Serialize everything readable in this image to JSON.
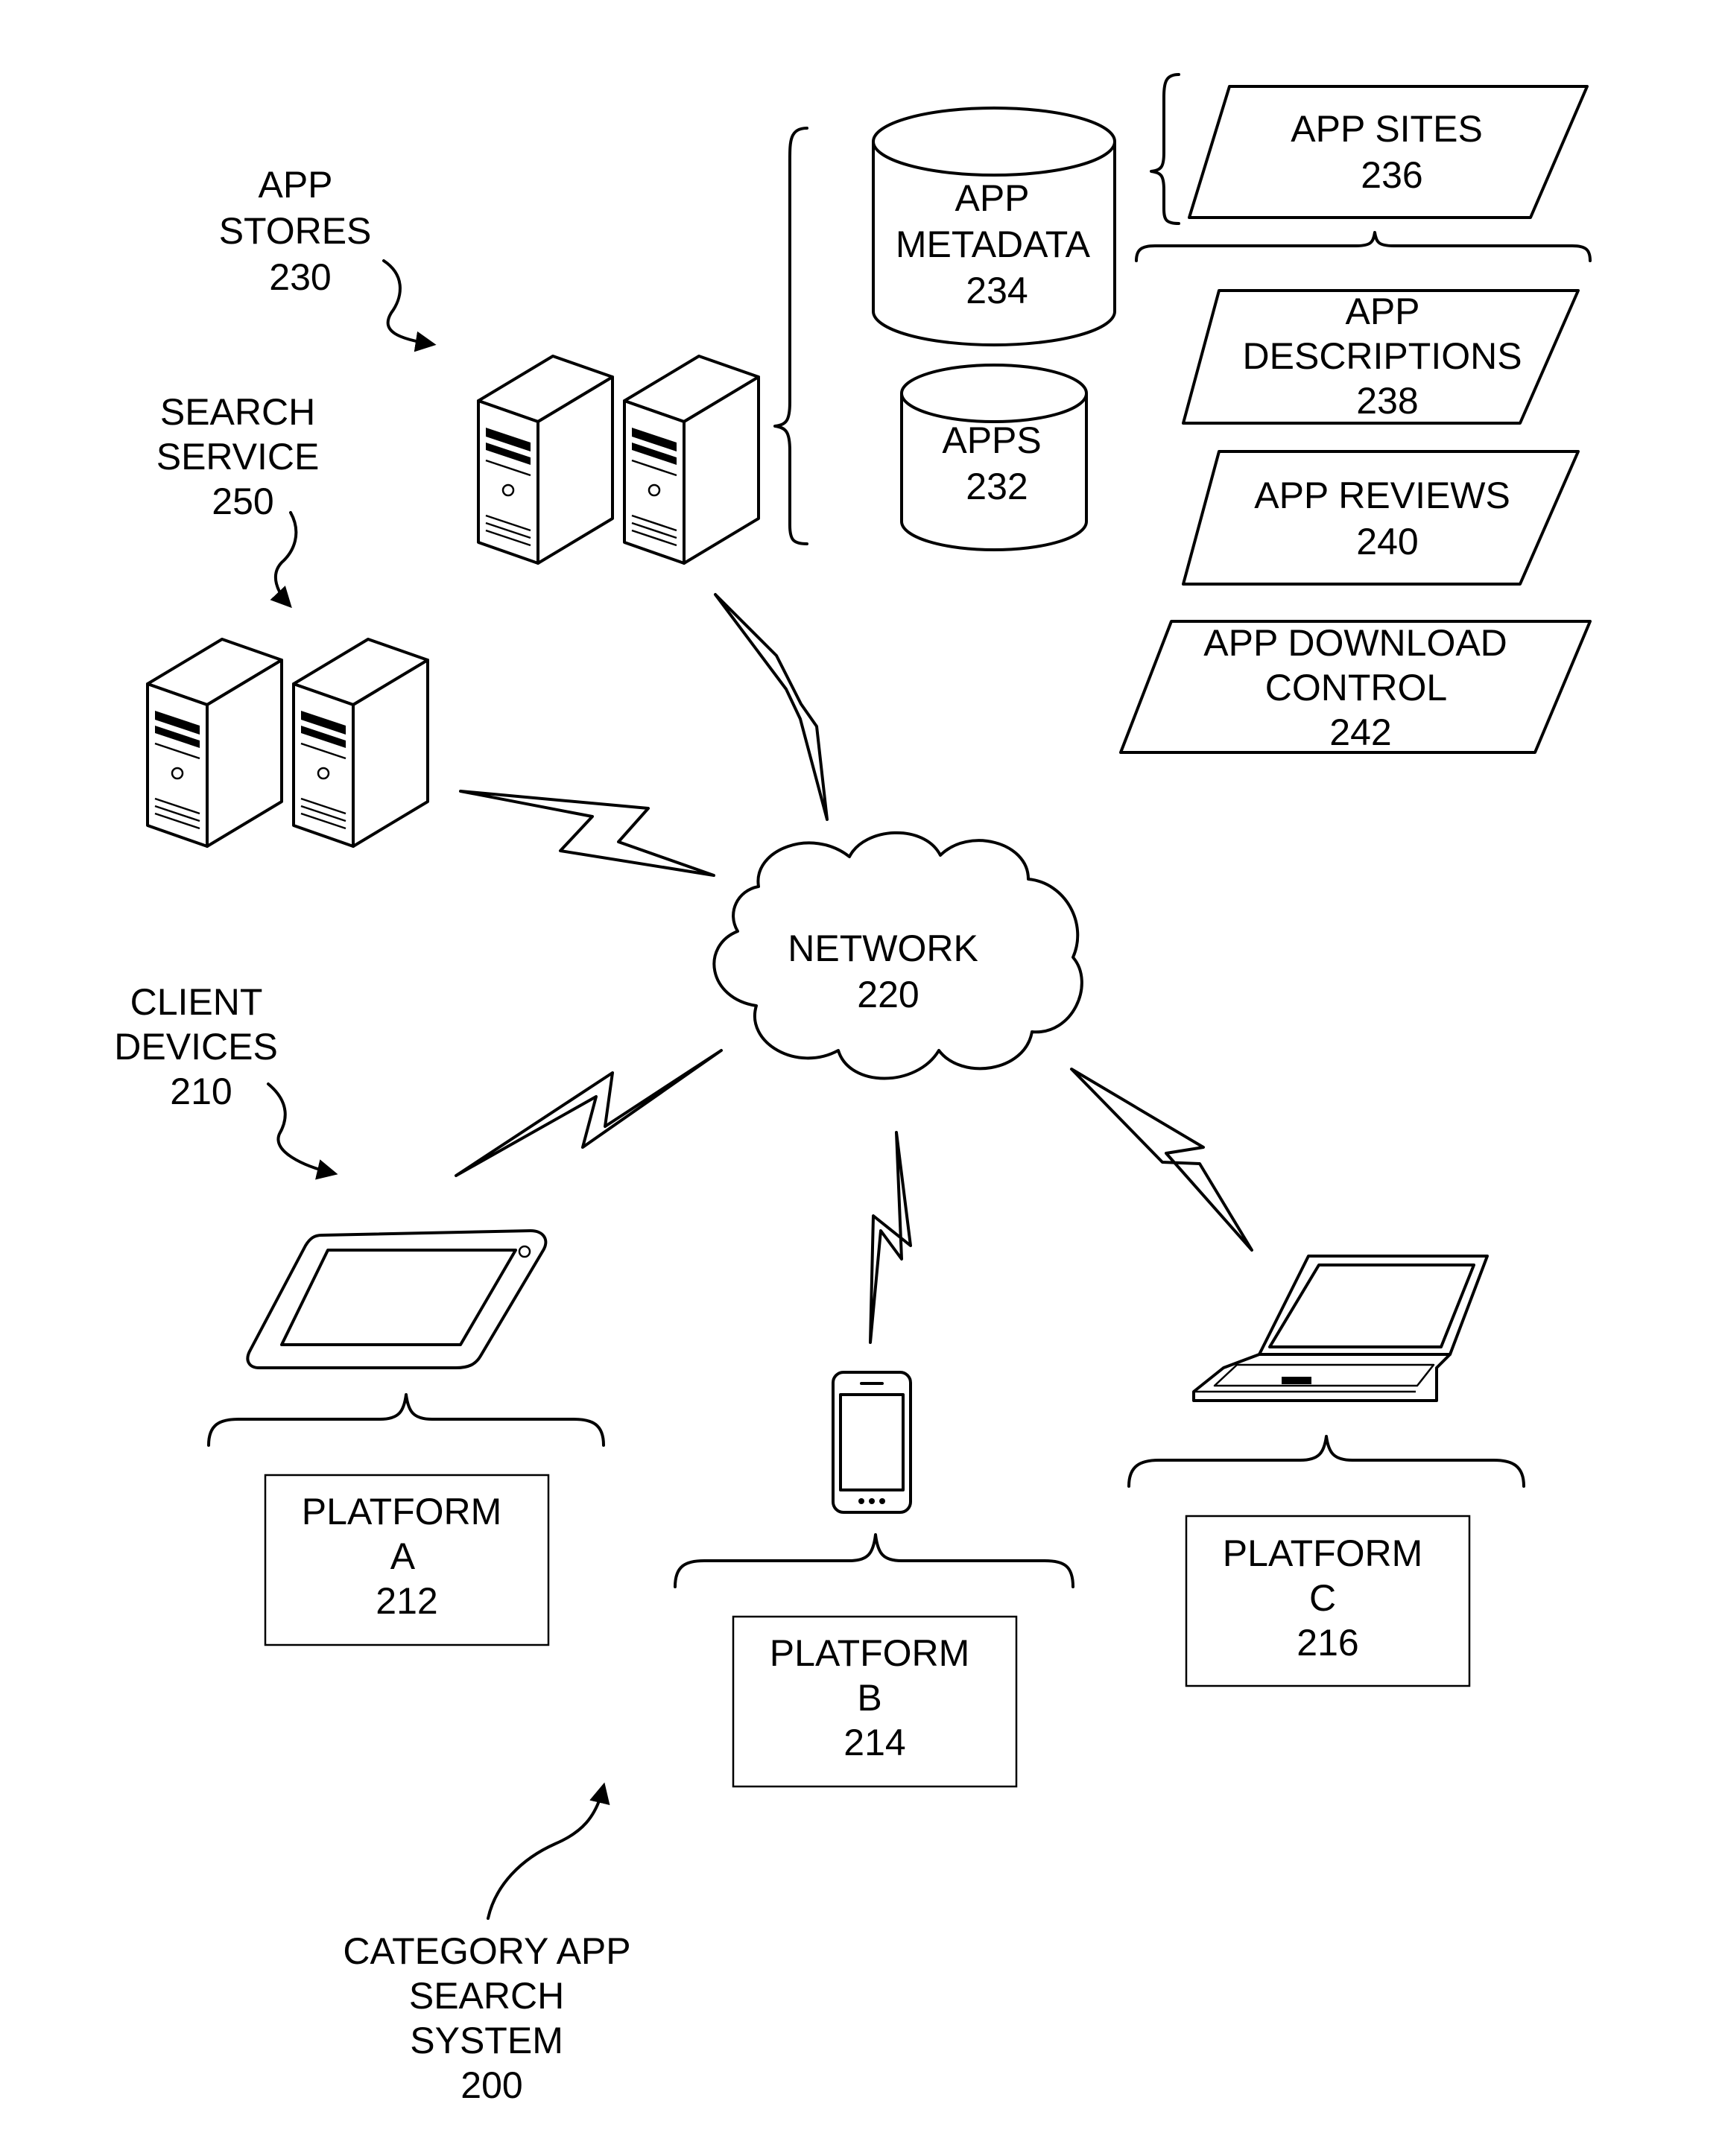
{
  "labels": {
    "app_stores": [
      "APP",
      "STORES",
      "230"
    ],
    "search_service": [
      "SEARCH",
      "SERVICE",
      "250"
    ],
    "client_devices": [
      "CLIENT",
      "DEVICES",
      "210"
    ],
    "network": [
      "NETWORK",
      "220"
    ],
    "app_metadata": [
      "APP",
      "METADATA",
      "234"
    ],
    "apps": [
      "APPS",
      "232"
    ],
    "app_sites": [
      "APP SITES",
      "236"
    ],
    "app_descriptions": [
      "APP",
      "DESCRIPTIONS",
      "238"
    ],
    "app_reviews": [
      "APP REVIEWS",
      "240"
    ],
    "app_download_control": [
      "APP DOWNLOAD",
      "CONTROL",
      "242"
    ],
    "platform_a": [
      "PLATFORM",
      "A",
      "212"
    ],
    "platform_b": [
      "PLATFORM",
      "B",
      "214"
    ],
    "platform_c": [
      "PLATFORM",
      "C",
      "216"
    ],
    "system": [
      "CATEGORY APP",
      "SEARCH",
      "SYSTEM",
      "200"
    ]
  }
}
